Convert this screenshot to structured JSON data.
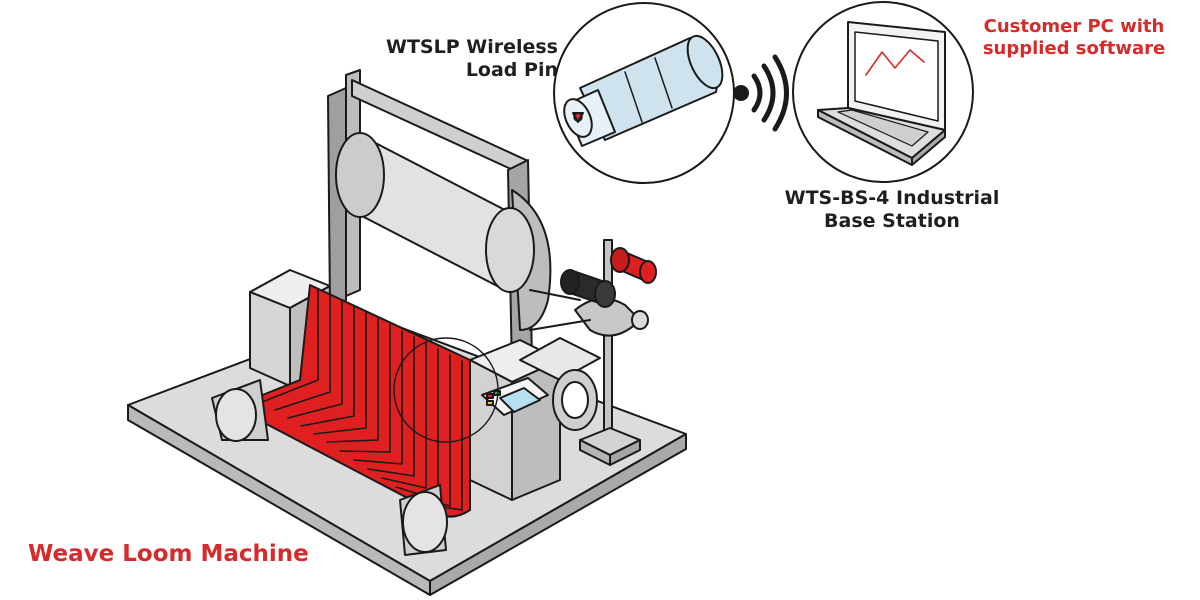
{
  "labels": {
    "load_pin": {
      "line1": "WTSLP Wireless",
      "line2": "Load Pin"
    },
    "base_station": {
      "line1": "WTS-BS-4 Industrial",
      "line2": "Base Station"
    },
    "customer_pc": {
      "line1": "Customer PC with",
      "line2": "supplied software"
    },
    "machine": "Weave Loom Machine"
  },
  "icons": [
    "weave-loom-machine",
    "wireless-load-pin",
    "wireless-signal",
    "laptop-with-graph"
  ],
  "colors": {
    "accent_red": "#d52b2b",
    "fabric_red": "#e02020",
    "machine_grey": "#d9d9d9",
    "outline": "#1a1a1a",
    "pin_blue": "#cfe3ee"
  }
}
